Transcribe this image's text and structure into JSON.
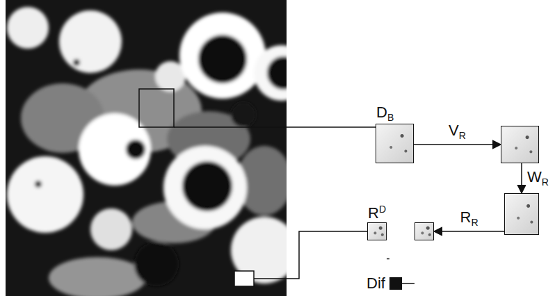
{
  "diagram": {
    "nodes": [
      {
        "text": [
          "DB"
        ]
      },
      {
        "text": []
      },
      {
        "text": []
      },
      {
        "text": []
      },
      {
        "text": [
          "RD"
        ]
      },
      {
        "text": [
          "Dif"
        ]
      }
    ],
    "edges": [
      {
        "from": 0,
        "to": 1,
        "label": "VR",
        "arrow": "to"
      },
      {
        "from": 1,
        "to": 2,
        "label": "WR",
        "arrow": "to"
      },
      {
        "from": 2,
        "to": 3,
        "label": "RR",
        "arrow": "to"
      },
      {
        "from": 3,
        "to": 5,
        "arrow": "none"
      },
      {
        "from": 4,
        "to": 5,
        "arrow": "none"
      }
    ]
  }
}
